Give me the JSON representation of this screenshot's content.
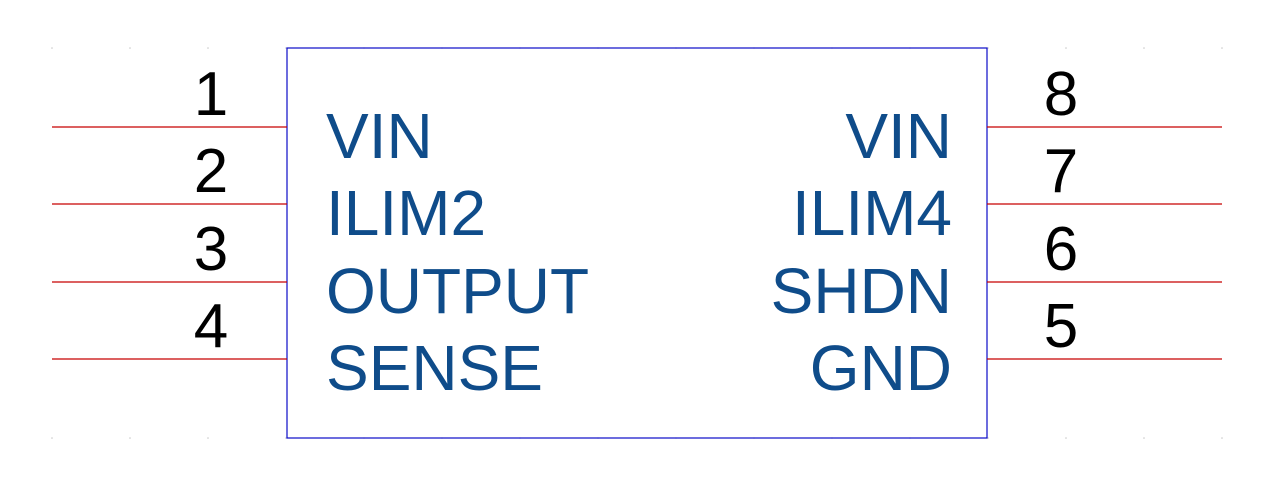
{
  "colors": {
    "body_outline": "#0a0ac8",
    "pin_line": "#c80000",
    "pin_name": "#0f4c8a",
    "pin_number": "#000000"
  },
  "pins_left": [
    {
      "number": "1",
      "name": "VIN"
    },
    {
      "number": "2",
      "name": "ILIM2"
    },
    {
      "number": "3",
      "name": "OUTPUT"
    },
    {
      "number": "4",
      "name": "SENSE"
    }
  ],
  "pins_right": [
    {
      "number": "8",
      "name": "VIN"
    },
    {
      "number": "7",
      "name": "ILIM4"
    },
    {
      "number": "6",
      "name": "SHDN"
    },
    {
      "number": "5",
      "name": "GND"
    }
  ]
}
